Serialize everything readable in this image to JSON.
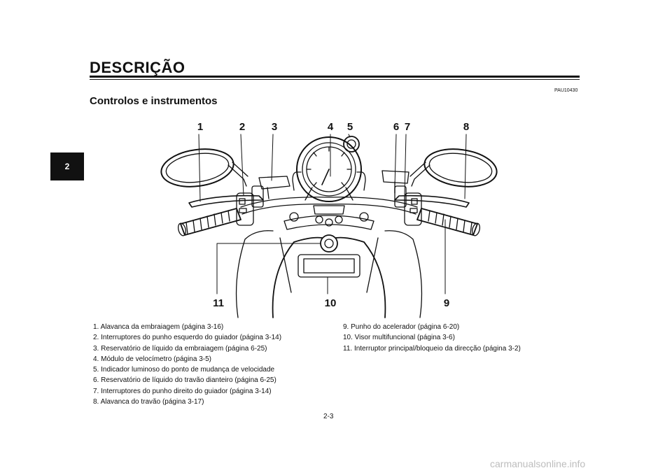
{
  "header": {
    "title": "DESCRIÇÃO"
  },
  "chapter_tab": {
    "label": "2"
  },
  "ref_code": "PAU10430",
  "section_title": "Controlos e instrumentos",
  "callouts": [
    "1",
    "2",
    "3",
    "4",
    "5",
    "6",
    "7",
    "8",
    "9",
    "10",
    "11"
  ],
  "legend": {
    "left": [
      "1. Alavanca da embraiagem (página 3-16)",
      "2. Interruptores do punho esquerdo do guiador (página 3-14)",
      "3. Reservatório de líquido da embraiagem (página 6-25)",
      "4. Módulo de velocímetro (página 3-5)",
      "5. Indicador luminoso do ponto de mudança de velocidade",
      "6. Reservatório de líquido do travão dianteiro (página 6-25)",
      "7. Interruptores do punho direito do guiador (página 3-14)",
      "8. Alavanca do travão (página 3-17)"
    ],
    "right": [
      "9. Punho do acelerador (página 6-20)",
      "10. Visor multifuncional (página 3-6)",
      "11. Interruptor principal/bloqueio da direcção (página 3-2)"
    ]
  },
  "page_number": "2-3",
  "watermark": "carmanualsonline.info"
}
